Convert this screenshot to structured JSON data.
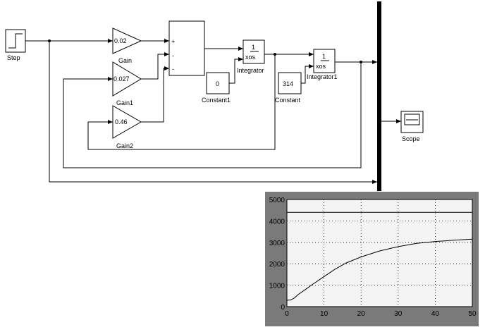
{
  "blocks": {
    "step": {
      "label": "Step"
    },
    "gain": {
      "value": "0.02",
      "label": "Gain"
    },
    "gain1": {
      "value": "0.027",
      "label": "Gain1"
    },
    "gain2": {
      "value": "0.46",
      "label": "Gain2"
    },
    "sum": {
      "signs": [
        "+",
        "-",
        "-"
      ]
    },
    "integrator": {
      "num": "1",
      "den": "xos",
      "label": "Integrator"
    },
    "integrator1": {
      "num": "1",
      "den": "xos",
      "label": "Integrator1"
    },
    "constant1": {
      "value": "0",
      "label": "Constant1"
    },
    "constant": {
      "value": "314",
      "label": "Constant"
    },
    "scope": {
      "label": "Scope"
    }
  },
  "chart_data": {
    "type": "line",
    "xlim": [
      0,
      50
    ],
    "ylim": [
      0,
      5000
    ],
    "xticks": [
      0,
      10,
      20,
      30,
      40,
      50
    ],
    "yticks": [
      0,
      1000,
      2000,
      3000,
      4000,
      5000
    ],
    "grid": true,
    "series": [
      {
        "x": [
          0,
          50
        ],
        "y": [
          4400,
          4400
        ],
        "color": "#000000"
      },
      {
        "x": [
          0,
          1,
          2,
          3,
          5,
          7,
          10,
          13,
          16,
          20,
          25,
          30,
          35,
          40,
          45,
          50
        ],
        "y": [
          300,
          310,
          400,
          560,
          800,
          1050,
          1400,
          1750,
          2040,
          2320,
          2600,
          2800,
          2950,
          3040,
          3100,
          3150
        ],
        "color": "#000000"
      }
    ]
  }
}
